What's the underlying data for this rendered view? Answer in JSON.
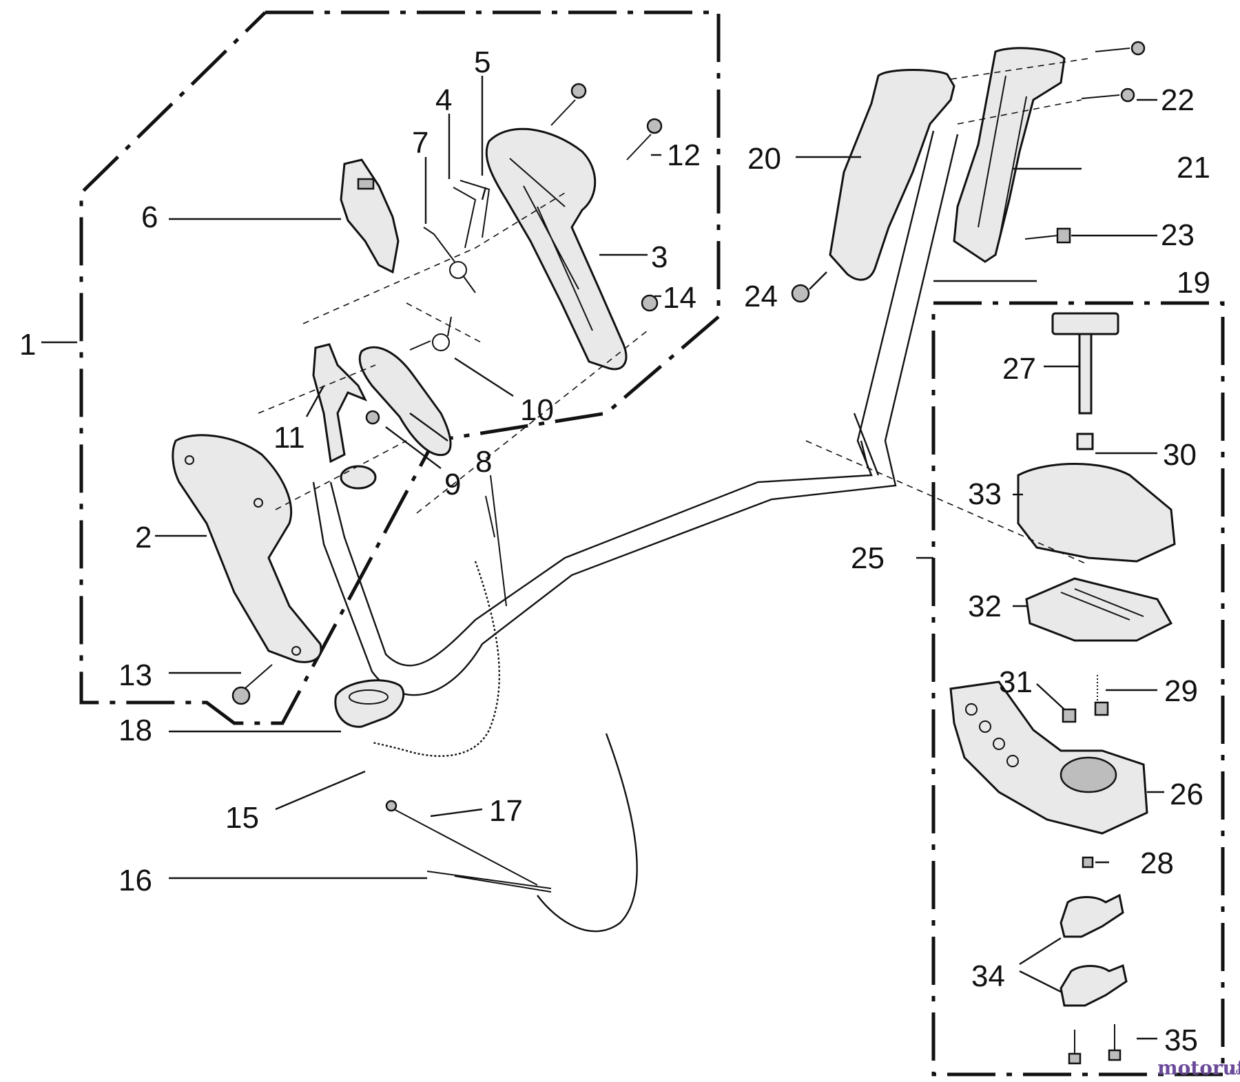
{
  "callouts": {
    "c1": "1",
    "c2": "2",
    "c3": "3",
    "c4": "4",
    "c5": "5",
    "c6": "6",
    "c7": "7",
    "c8": "8",
    "c9": "9",
    "c10": "10",
    "c11": "11",
    "c12": "12",
    "c13": "13",
    "c14": "14",
    "c15": "15",
    "c16": "16",
    "c17": "17",
    "c18": "18",
    "c19": "19",
    "c20": "20",
    "c21": "21",
    "c22": "22",
    "c23": "23",
    "c24": "24",
    "c25": "25",
    "c26": "26",
    "c27": "27",
    "c28": "28",
    "c29": "29",
    "c30": "30",
    "c31": "31",
    "c32": "32",
    "c33": "33",
    "c34": "34",
    "c35": "35"
  },
  "watermark": {
    "brand": "motoruf",
    "tld": ".de"
  }
}
